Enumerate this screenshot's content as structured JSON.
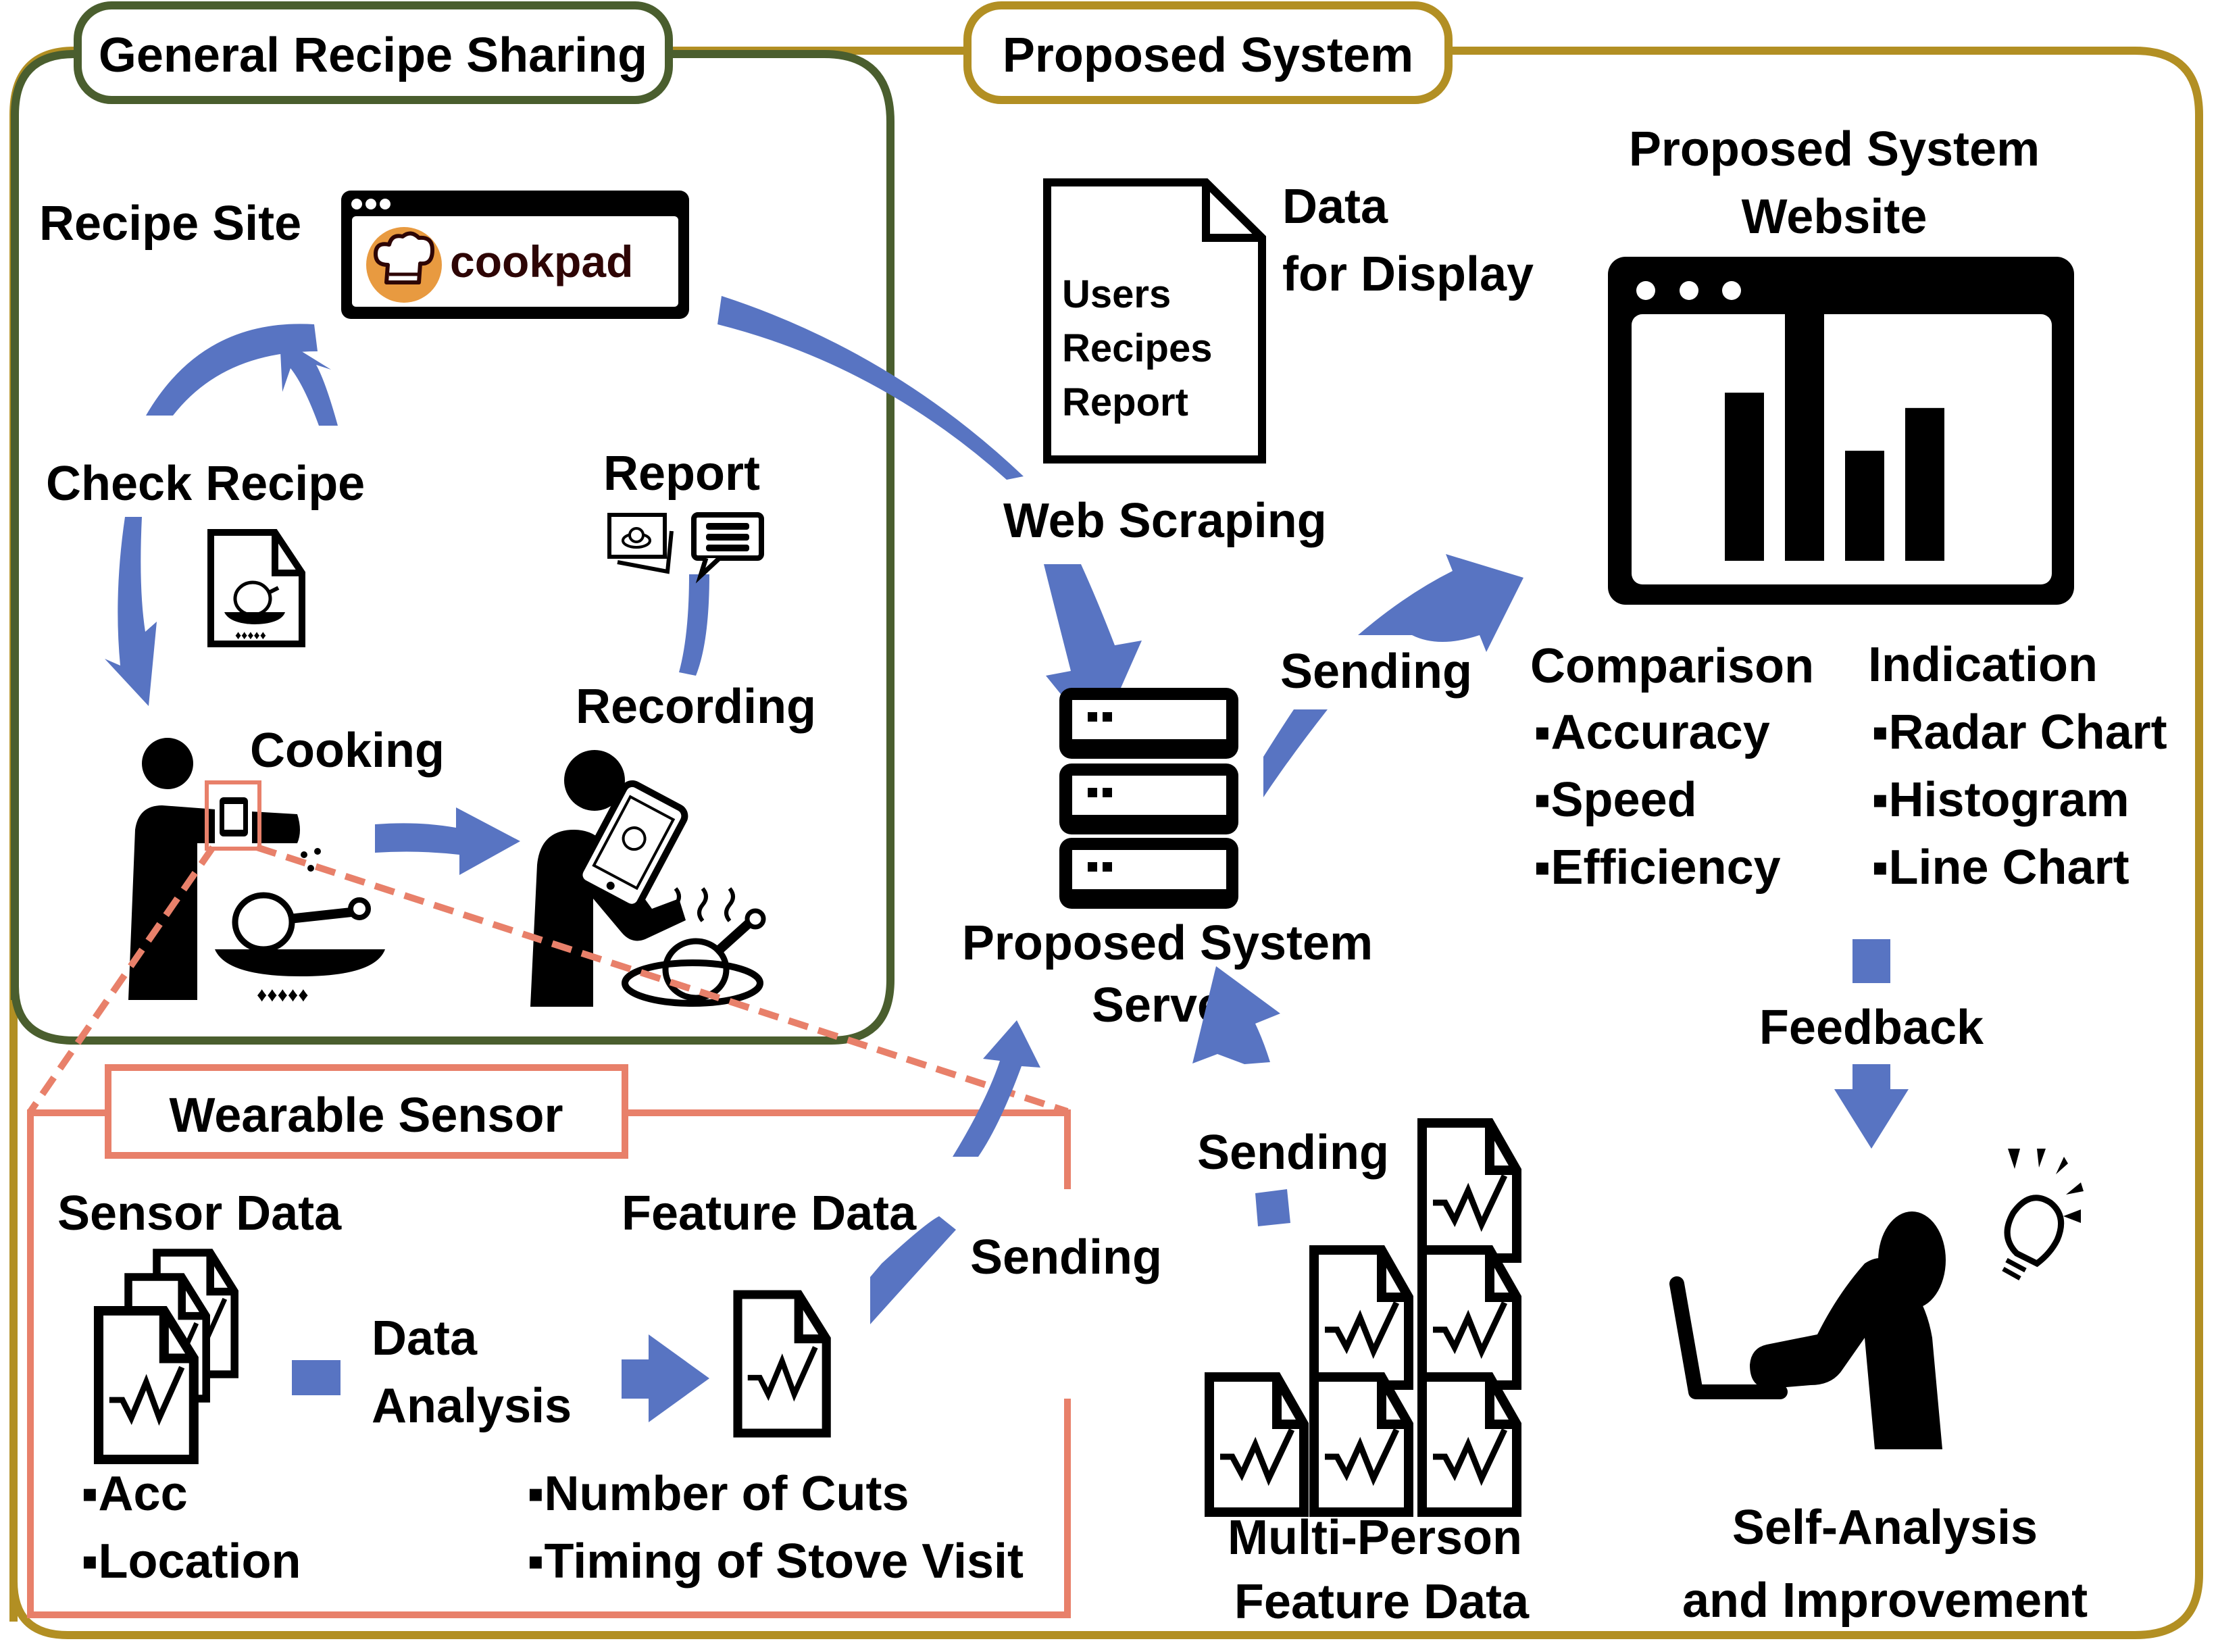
{
  "colors": {
    "general_frame": "#4a5e2e",
    "proposed_frame": "#b28f23",
    "sensor_frame": "#e8806a",
    "arrow": "#5874c2",
    "cookpad_orange": "#e89a40",
    "cookpad_text": "#2e0505"
  },
  "sections": {
    "general": {
      "title": "General Recipe Sharing",
      "recipe_site_label": "Recipe Site",
      "recipe_site_logo_text": "cookpad",
      "check_recipe_label": "Check Recipe",
      "report_label": "Report",
      "cooking_label": "Cooking",
      "recording_label": "Recording"
    },
    "proposed": {
      "title": "Proposed System",
      "data_doc": {
        "title_line1": "Data",
        "title_line2": "for Display",
        "items": [
          "Users",
          "Recipes",
          "Report"
        ]
      },
      "web_scraping_label": "Web Scraping",
      "website": {
        "title_line1": "Proposed System",
        "title_line2": "Website",
        "bar_chart_values": [
          0.55,
          0.84,
          0.36,
          0.5
        ]
      },
      "server": {
        "title_line1": "Proposed System",
        "title_line2": "Server"
      },
      "sending_to_website_label": "Sending",
      "comparison": {
        "heading": "Comparison",
        "items": [
          "Accuracy",
          "Speed",
          "Efficiency"
        ]
      },
      "indication": {
        "heading": "Indication",
        "items": [
          "Radar Chart",
          "Histogram",
          "Line Chart"
        ]
      },
      "feedback_label": "Feedback",
      "self_analysis_line1": "Self-Analysis",
      "self_analysis_line2": "and Improvement",
      "multi_person_line1": "Multi-Person",
      "multi_person_line2": "Feature Data",
      "sending_multi_label": "Sending",
      "sending_feature_label": "Sending"
    },
    "wearable": {
      "title": "Wearable Sensor",
      "sensor_data_label": "Sensor Data",
      "sensor_items": [
        "Acc",
        "Location"
      ],
      "analysis_line1": "Data",
      "analysis_line2": "Analysis",
      "feature_data_label": "Feature Data",
      "feature_items": [
        "Number of Cuts",
        "Timing of Stove Visit"
      ]
    }
  },
  "bullet": "▪"
}
